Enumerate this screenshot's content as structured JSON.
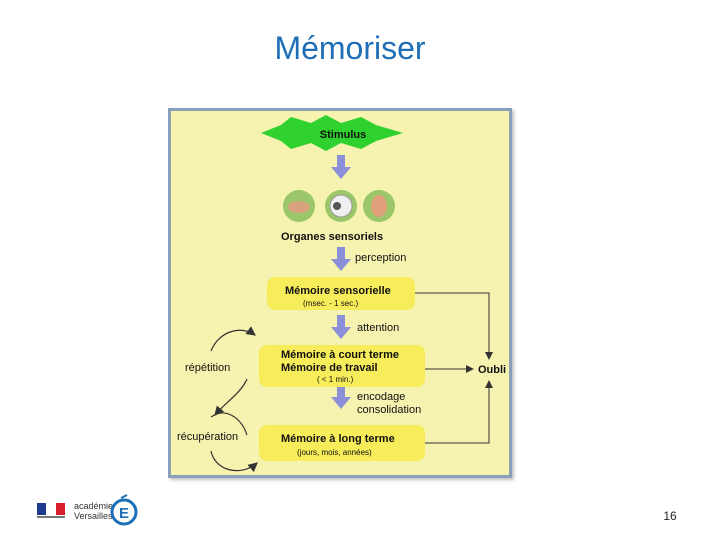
{
  "title": "Mémoriser",
  "page_number": "16",
  "logo": {
    "line1": "académie",
    "line2": "Versailles"
  },
  "diagram": {
    "stimulus": "Stimulus",
    "organs": "Organes sensoriels",
    "perception": "perception",
    "sensory_memory": "Mémoire sensorielle",
    "sensory_duration": "(msec. - 1 sec.)",
    "attention": "attention",
    "short_term_line1": "Mémoire à court terme",
    "short_term_line2": "Mémoire de travail",
    "short_term_duration": "( < 1 min.)",
    "encoding": "encodage",
    "consolidation": "consolidation",
    "long_term": "Mémoire à long terme",
    "long_term_duration": "(jours, mois, années)",
    "forgetting": "Oubli",
    "repetition": "répétition",
    "retrieval": "récupération"
  },
  "colors": {
    "title": "#1f6fb7",
    "panel_bg": "#f6f2b0",
    "box_fill": "#f7ec5a",
    "burst": "#2ed12e",
    "arrow": "#8a8fd8"
  }
}
